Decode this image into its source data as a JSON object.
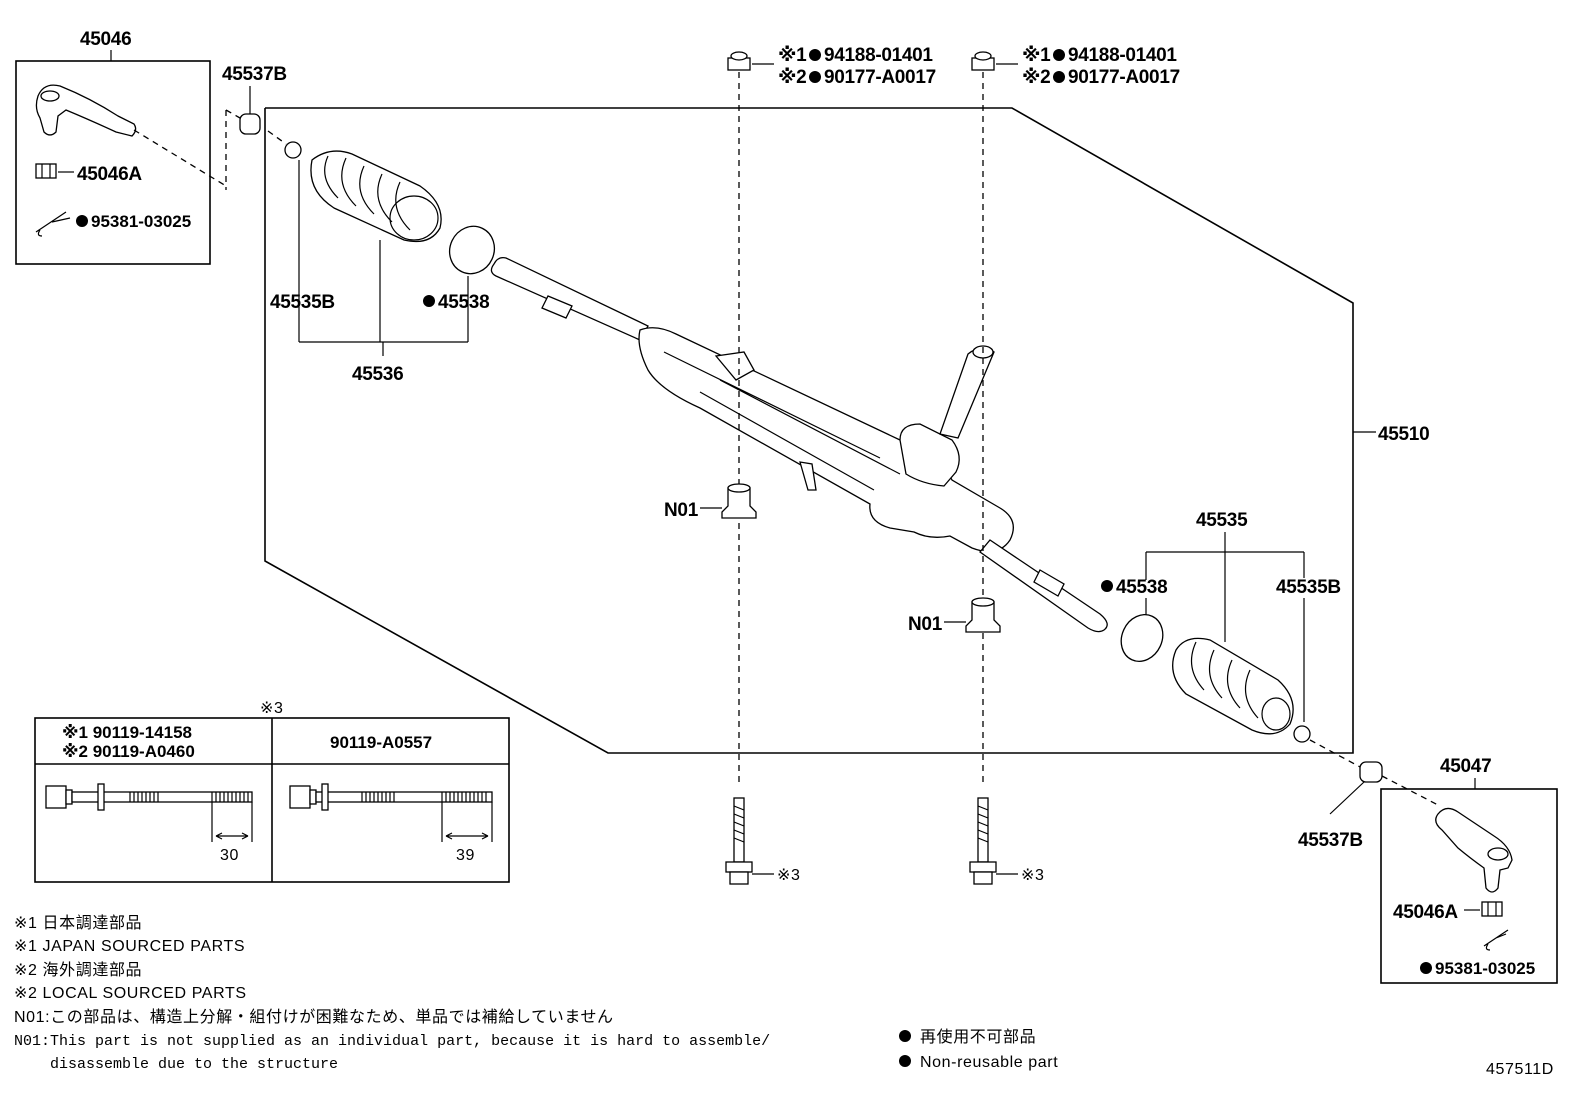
{
  "labels": {
    "tie_rod_end_left": "45046",
    "bushing_left": "45537B",
    "nut_left": "45046A",
    "cotter_pin_left": "95381-03025",
    "clamp_left": "45535B",
    "boot_clamp_left": "45538",
    "boot_assembly_left": "45536",
    "rack_assembly": "45510",
    "bolt_top_left_1": "94188-01401",
    "bolt_top_left_2": "90177-A0017",
    "bolt_top_right_1": "94188-01401",
    "bolt_top_right_2": "90177-A0017",
    "mark_1": "※1",
    "mark_2": "※2",
    "mark_3": "※3",
    "n01": "N01",
    "boot_assembly_right": "45535",
    "boot_clamp_right": "45538",
    "clamp_right": "45535B",
    "bushing_right": "45537B",
    "tie_rod_end_right": "45047",
    "nut_right": "45046A",
    "cotter_pin_right": "95381-03025"
  },
  "bolt_table": {
    "header_mark": "※3",
    "col1_line1": "※1 90119-14158",
    "col1_line2": "※2 90119-A0460",
    "col2": "90119-A0557",
    "dim1": "30",
    "dim2": "39"
  },
  "notes": [
    "※1 日本調達部品",
    "※1 JAPAN SOURCED PARTS",
    "※2 海外調達部品",
    "※2 LOCAL SOURCED PARTS",
    "N01:この部品は、構造上分解・組付けが困難なため、単品では補給していません",
    "N01:This part is not supplied as an individual part, because it is hard to assemble/",
    "    disassemble due to the structure"
  ],
  "legend": {
    "jp": "再使用不可部品",
    "en": "Non-reusable part"
  },
  "figure_id": "457511D"
}
